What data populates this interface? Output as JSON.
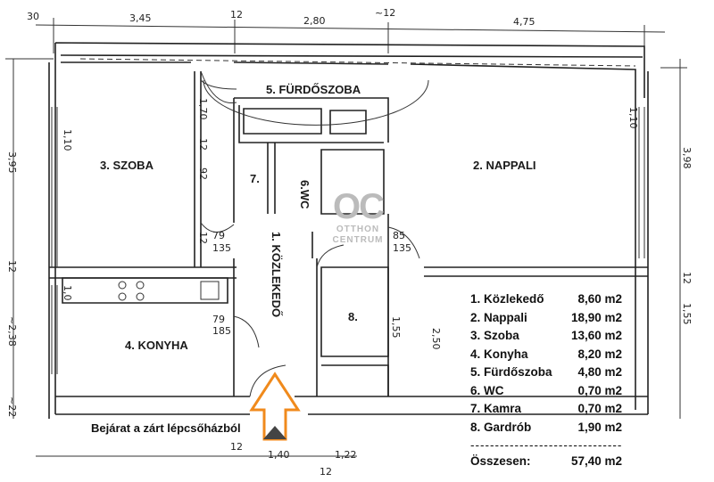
{
  "rooms": {
    "r1": "1. KÖZLEKEDŐ",
    "r2": "2. NAPPALI",
    "r3": "3. SZOBA",
    "r4": "4. KONYHA",
    "r5": "5. FÜRDŐSZOBA",
    "r6": "6.WC",
    "r7": "7.",
    "r8": "8."
  },
  "dimensions": {
    "top": [
      "30",
      "3,45",
      "12",
      "2,80",
      "~12",
      "4,75"
    ],
    "left": [
      "3,95",
      "12",
      "~2,38",
      "~22"
    ],
    "right": [
      "3,98",
      "12",
      "1,55"
    ],
    "bottom": [
      "12",
      "1,40",
      "1,22",
      "12"
    ],
    "inner": [
      "1,10",
      "1,70",
      "12",
      "92",
      "12",
      "1,10",
      "1,0",
      "1,55",
      "2,50",
      "79",
      "135",
      "85",
      "135",
      "79",
      "185"
    ]
  },
  "entrance_label": "Bejárat a zárt lépcsőházból",
  "logo": {
    "mark": "OC",
    "line1": "OTTHON",
    "line2": "CENTRUM"
  },
  "legend": {
    "items": [
      {
        "name": "1. Közlekedő",
        "area": "8,60 m2"
      },
      {
        "name": "2. Nappali",
        "area": "18,90 m2"
      },
      {
        "name": "3. Szoba",
        "area": "13,60 m2"
      },
      {
        "name": "4. Konyha",
        "area": "8,20 m2"
      },
      {
        "name": "5. Fürdőszoba",
        "area": "4,80 m2"
      },
      {
        "name": "6. WC",
        "area": "0,70 m2"
      },
      {
        "name": "7. Kamra",
        "area": "0,70 m2"
      },
      {
        "name": "8. Gardrób",
        "area": "1,90 m2"
      }
    ],
    "separator": "-------------------------------------",
    "total_label": "Összesen:",
    "total_value": "57,40 m2"
  },
  "colors": {
    "arrow": "#f08a1c",
    "logo": "#bbbbbb"
  }
}
